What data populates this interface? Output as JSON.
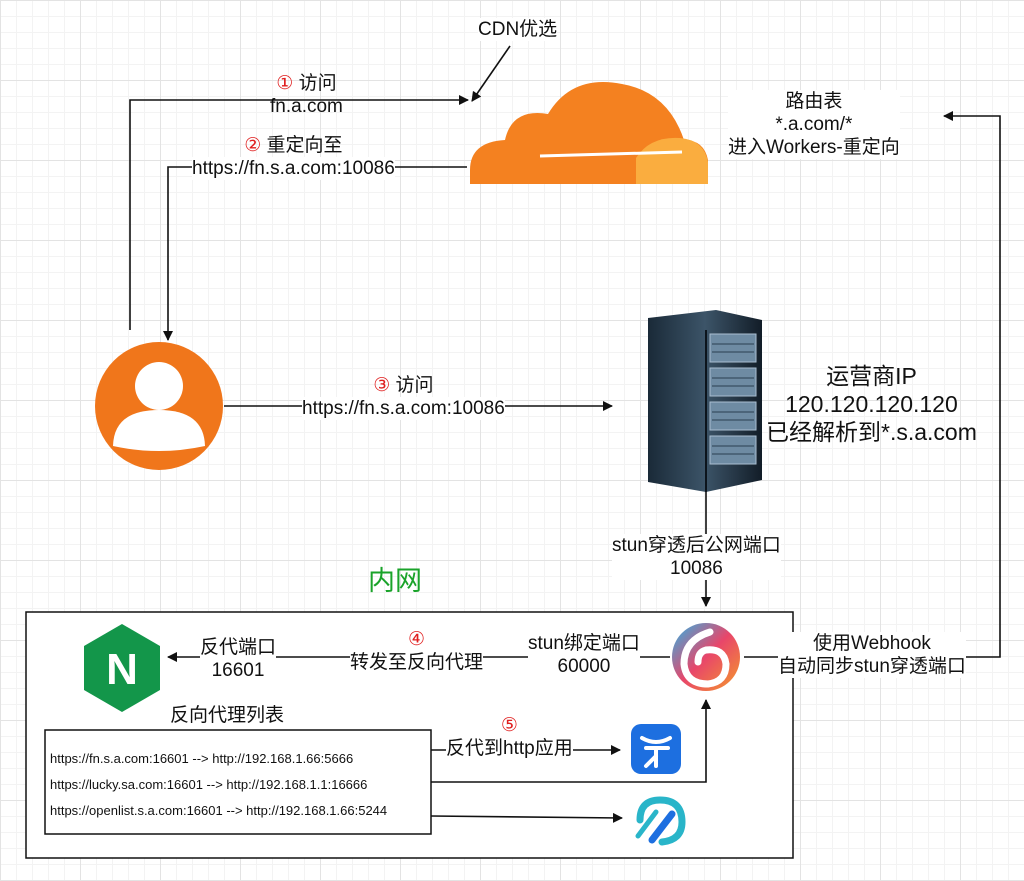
{
  "cdn_label": "CDN优选",
  "step1": {
    "num": "①",
    "text": "访问",
    "url": "fn.a.com"
  },
  "step2": {
    "num": "②",
    "text": "重定向至",
    "url": "https://fn.s.a.com:10086"
  },
  "step3": {
    "num": "③",
    "text": "访问",
    "url": "https://fn.s.a.com:10086"
  },
  "step4": {
    "num": "④",
    "text": "转发至反向代理"
  },
  "step5": {
    "num": "⑤",
    "text": "反代到http应用"
  },
  "route": {
    "title": "路由表",
    "pattern": "*.a.com/*",
    "action": "进入Workers-重定向"
  },
  "isp": {
    "title": "运营商IP",
    "ip": "120.120.120.120",
    "resolved": "已经解析到*.s.a.com"
  },
  "stun_public": {
    "line1": "stun穿透后公网端口",
    "line2": "10086"
  },
  "lan_label": "内网",
  "proxy_port": {
    "line1": "反代端口",
    "line2": "16601"
  },
  "stun_bind": {
    "line1": "stun绑定端口",
    "line2": "60000"
  },
  "webhook": {
    "line1": "使用Webhook",
    "line2": "自动同步stun穿透端口"
  },
  "proxy_list_title": "反向代理列表",
  "proxy_list": [
    "https://fn.s.a.com:16601 --> http://192.168.1.66:5666",
    "https://lucky.sa.com:16601 --> http://192.168.1.1:16666",
    "https://openlist.s.a.com:16601  --> http://192.168.1.66:5244"
  ],
  "nginx_letter": "N",
  "colors": {
    "cloud_dark": "#f48120",
    "cloud_light": "#faad3f",
    "user": "#f0761b",
    "nginx": "#13964a",
    "app_blue": "#1d6fe0",
    "lan_label": "#1aa32a",
    "step_num": "#e02020"
  },
  "icons": {
    "cloudflare": "cloudflare-cloud-icon",
    "user": "user-avatar-icon",
    "server": "server-rack-icon",
    "lucky": "lucky-logo-icon",
    "nginx": "nginx-logo-icon",
    "fnos": "fnos-app-icon",
    "openlist": "openlist-app-icon"
  }
}
